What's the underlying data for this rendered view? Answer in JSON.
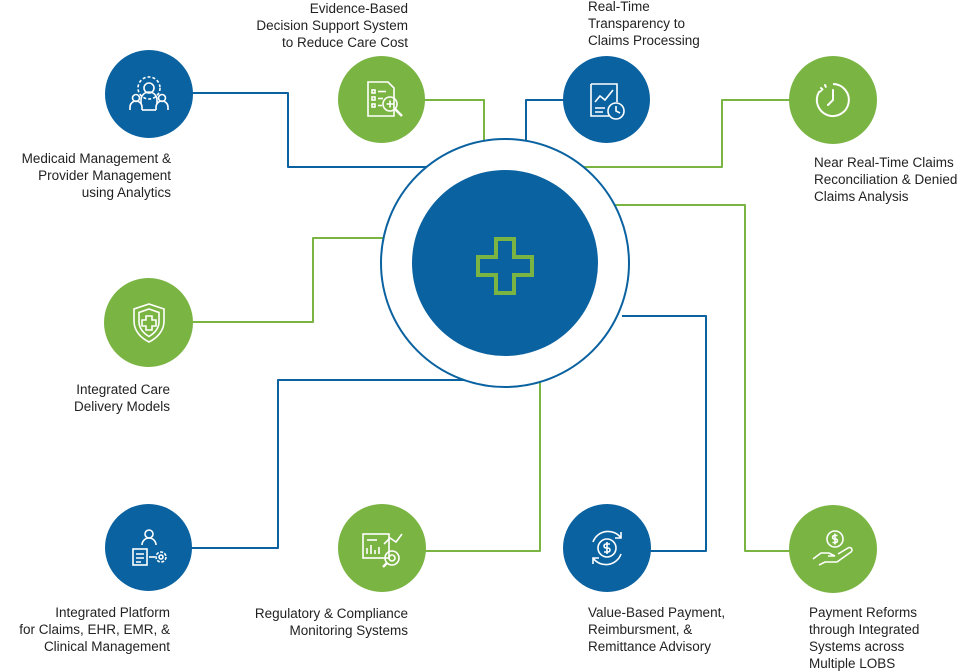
{
  "colors": {
    "blue": "#0a62a0",
    "green": "#7ab443",
    "text": "#222222"
  },
  "center": {
    "icon": "medical-cross-icon"
  },
  "nodes": [
    {
      "id": "medicaid",
      "color": "blue",
      "icon": "team-gear-icon",
      "label": "Medicaid Management &\nProvider Management\nusing Analytics"
    },
    {
      "id": "evidence",
      "color": "green",
      "icon": "document-search-icon",
      "label": "Evidence-Based\nDecision Support System\nto Reduce Care Cost"
    },
    {
      "id": "realtime",
      "color": "blue",
      "icon": "report-clock-icon",
      "label": "Real-Time\nTransparency to\nClaims Processing"
    },
    {
      "id": "nearrealtime",
      "color": "green",
      "icon": "timer-icon",
      "label": "Near Real-Time Claims\nReconciliation & Denied\nClaims Analysis"
    },
    {
      "id": "integratedcare",
      "color": "green",
      "icon": "shield-plus-icon",
      "label": "Integrated Care\nDelivery Models"
    },
    {
      "id": "platform",
      "color": "blue",
      "icon": "user-document-gear-icon",
      "label": "Integrated Platform\nfor Claims, EHR, EMR, &\nClinical Management"
    },
    {
      "id": "regulatory",
      "color": "green",
      "icon": "dashboard-magnifier-icon",
      "label": "Regulatory & Compliance\nMonitoring Systems"
    },
    {
      "id": "valuebased",
      "color": "blue",
      "icon": "dollar-cycle-icon",
      "label": "Value-Based Payment,\nReimbursment, &\nRemittance Advisory"
    },
    {
      "id": "paymentreforms",
      "color": "green",
      "icon": "hand-dollar-icon",
      "label": "Payment Reforms\nthrough Integrated\nSystems across\nMultiple LOBS"
    }
  ]
}
